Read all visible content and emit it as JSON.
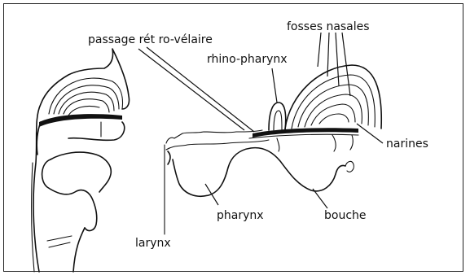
{
  "labels": {
    "passage_retro_velaire": "passage rét ro-vélaire",
    "fosses_nasales": "fosses nasales",
    "rhino_pharynx": "rhino-pharynx",
    "narines": "narines",
    "pharynx": "pharynx",
    "bouche": "bouche",
    "larynx": "larynx"
  }
}
